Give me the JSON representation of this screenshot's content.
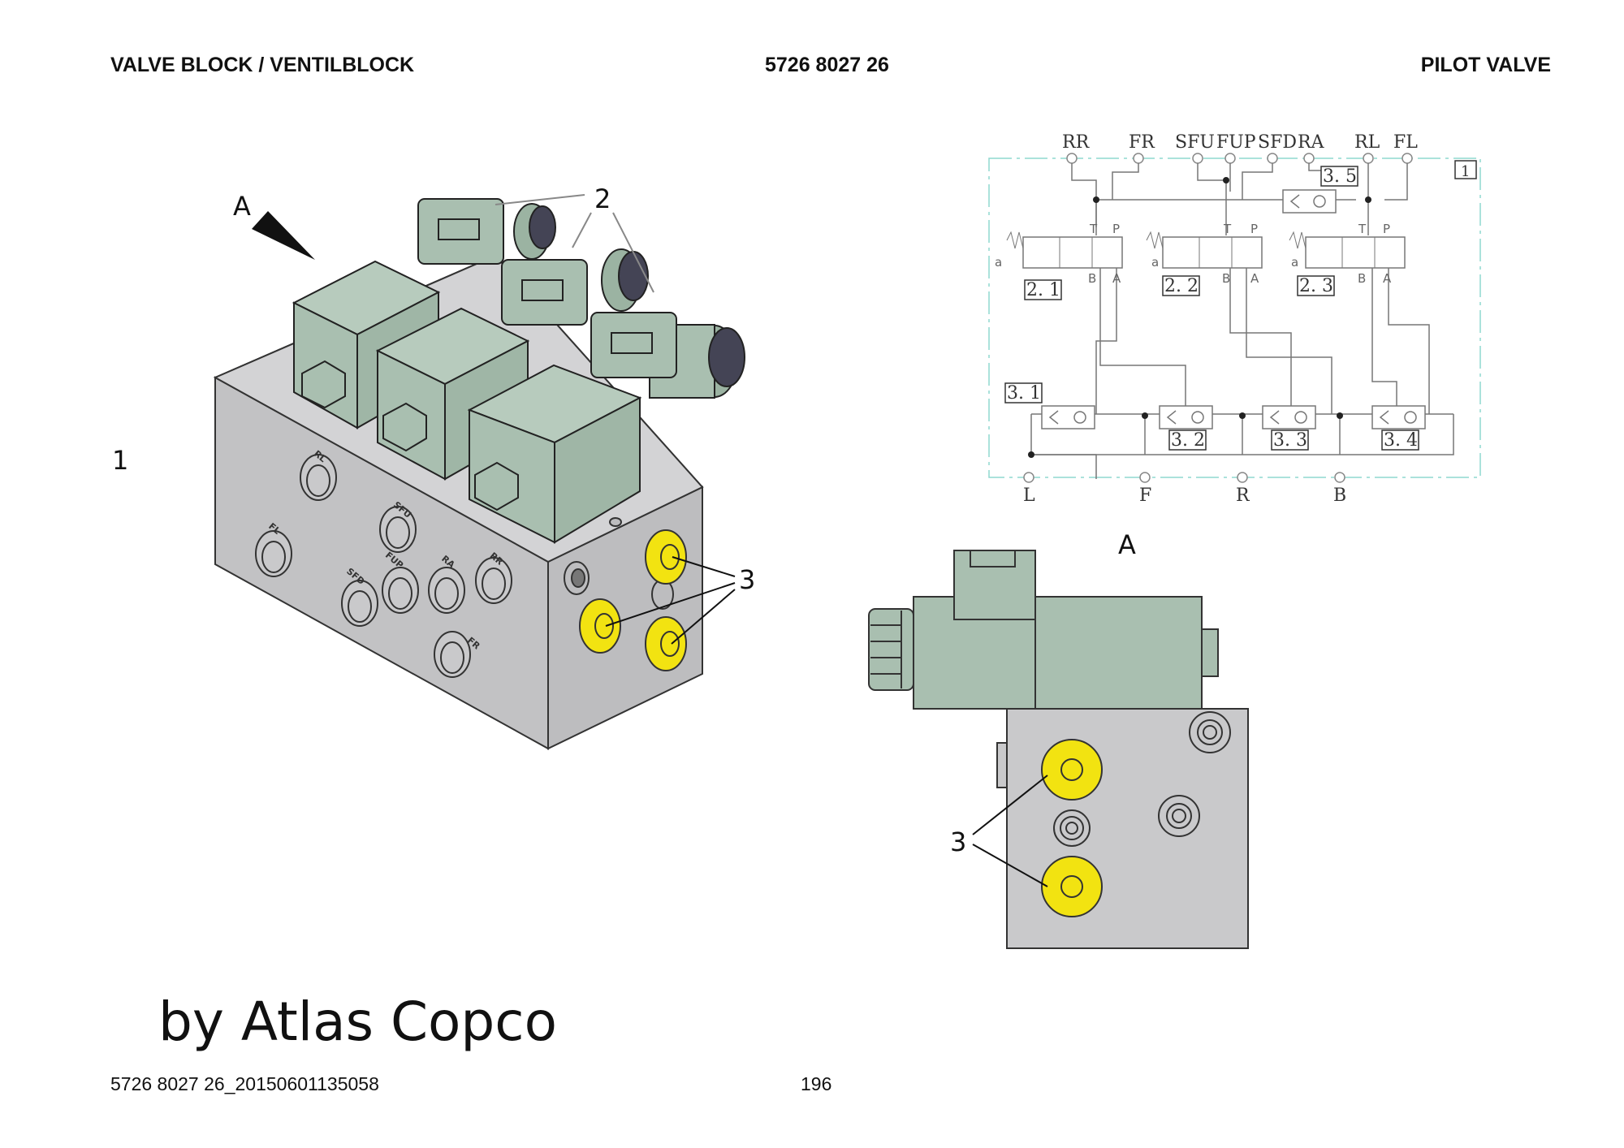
{
  "header": {
    "left": "VALVE BLOCK / VENTILBLOCK",
    "center": "5726 8027 26",
    "right": "PILOT VALVE"
  },
  "footer": {
    "doc_id": "5726 8027 26_20150601135058",
    "page_number": "196"
  },
  "watermark": "by Atlas Copco",
  "iso_view": {
    "label_view": "A",
    "item_1": "1",
    "item_2": "2",
    "item_3": "3",
    "ports": {
      "rl": "RL",
      "fl": "FL",
      "sfu": "SFU",
      "sfd": "SFD",
      "fup": "FUP",
      "ra": "RA",
      "rr": "RR",
      "fr": "FR"
    }
  },
  "side_view": {
    "title": "A",
    "item_3": "3"
  },
  "schematic": {
    "top_ports": [
      "RR",
      "FR",
      "SFU",
      "FUP",
      "SFD",
      "RA",
      "RL",
      "FL"
    ],
    "bottom_ports": [
      "L",
      "F",
      "R",
      "B"
    ],
    "boxes": {
      "b1": "1",
      "b21": "2. 1",
      "b22": "2. 2",
      "b23": "2. 3",
      "b31": "3. 1",
      "b32": "3. 2",
      "b33": "3. 3",
      "b34": "3. 4",
      "b35": "3. 5"
    },
    "valve_ports": {
      "t": "T",
      "p": "P",
      "b": "B",
      "a": "A",
      "a_small": "a"
    }
  },
  "colors": {
    "block_grey": "#c9c9cb",
    "coil_green": "#a9bfb0",
    "plug_yellow": "#f2e311",
    "schematic_frame": "#8fd8cf"
  }
}
